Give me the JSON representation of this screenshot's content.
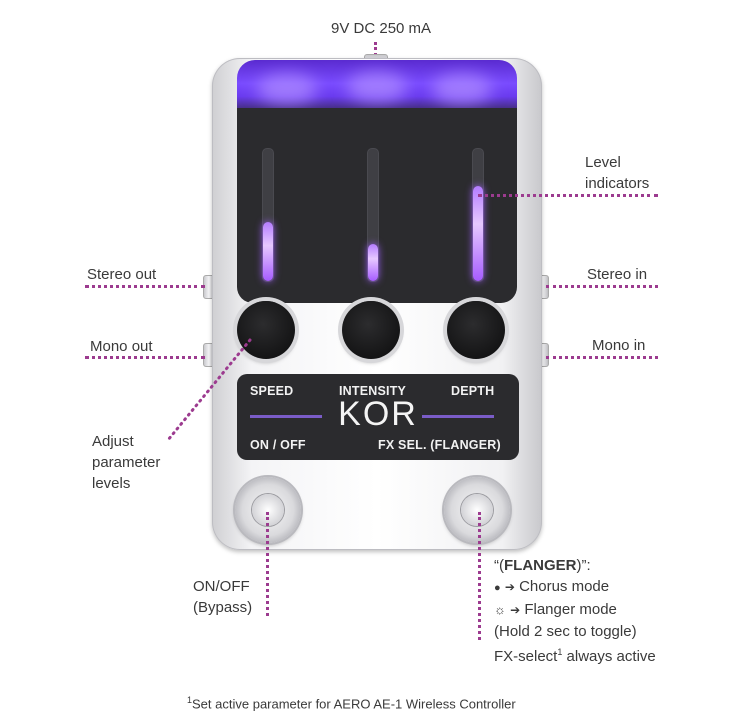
{
  "power_label": "9V DC 250 mA",
  "callouts": {
    "level_indicators_line1": "Level",
    "level_indicators_line2": "indicators",
    "stereo_out": "Stereo out",
    "stereo_in": "Stereo in",
    "mono_out": "Mono out",
    "mono_in": "Mono in",
    "adjust_line1": "Adjust",
    "adjust_line2": "parameter",
    "adjust_line3": "levels",
    "onoff_line1": "ON/OFF",
    "onoff_line2": "(Bypass)"
  },
  "panel": {
    "speed": "SPEED",
    "intensity": "INTENSITY",
    "depth": "DEPTH",
    "brand": "KOR",
    "on_off": "ON / OFF",
    "fx_sel": "FX SEL. (FLANGER)"
  },
  "level_meters": [
    {
      "name": "speed",
      "level": 0.45
    },
    {
      "name": "intensity",
      "level": 0.28
    },
    {
      "name": "depth",
      "level": 0.72
    }
  ],
  "fx_note": {
    "title_prefix": "“(",
    "title_bold": "FLANGER",
    "title_suffix": ")”:",
    "dot_symbol": "●",
    "arrow": "➔",
    "chorus": "Chorus mode",
    "light_symbol": "☼",
    "flanger": "Flanger mode",
    "hold": "(Hold 2 sec to toggle)",
    "fx_select": "FX-select",
    "fx_select_sup": "1",
    "fx_select_suffix": " always active"
  },
  "footnote": {
    "sup": "1",
    "text": "Set active parameter for AERO AE-1 Wireless Controller"
  },
  "colors": {
    "accent": "#9c3b8f",
    "led": "#a65cff",
    "panel": "#2b2b2e"
  }
}
